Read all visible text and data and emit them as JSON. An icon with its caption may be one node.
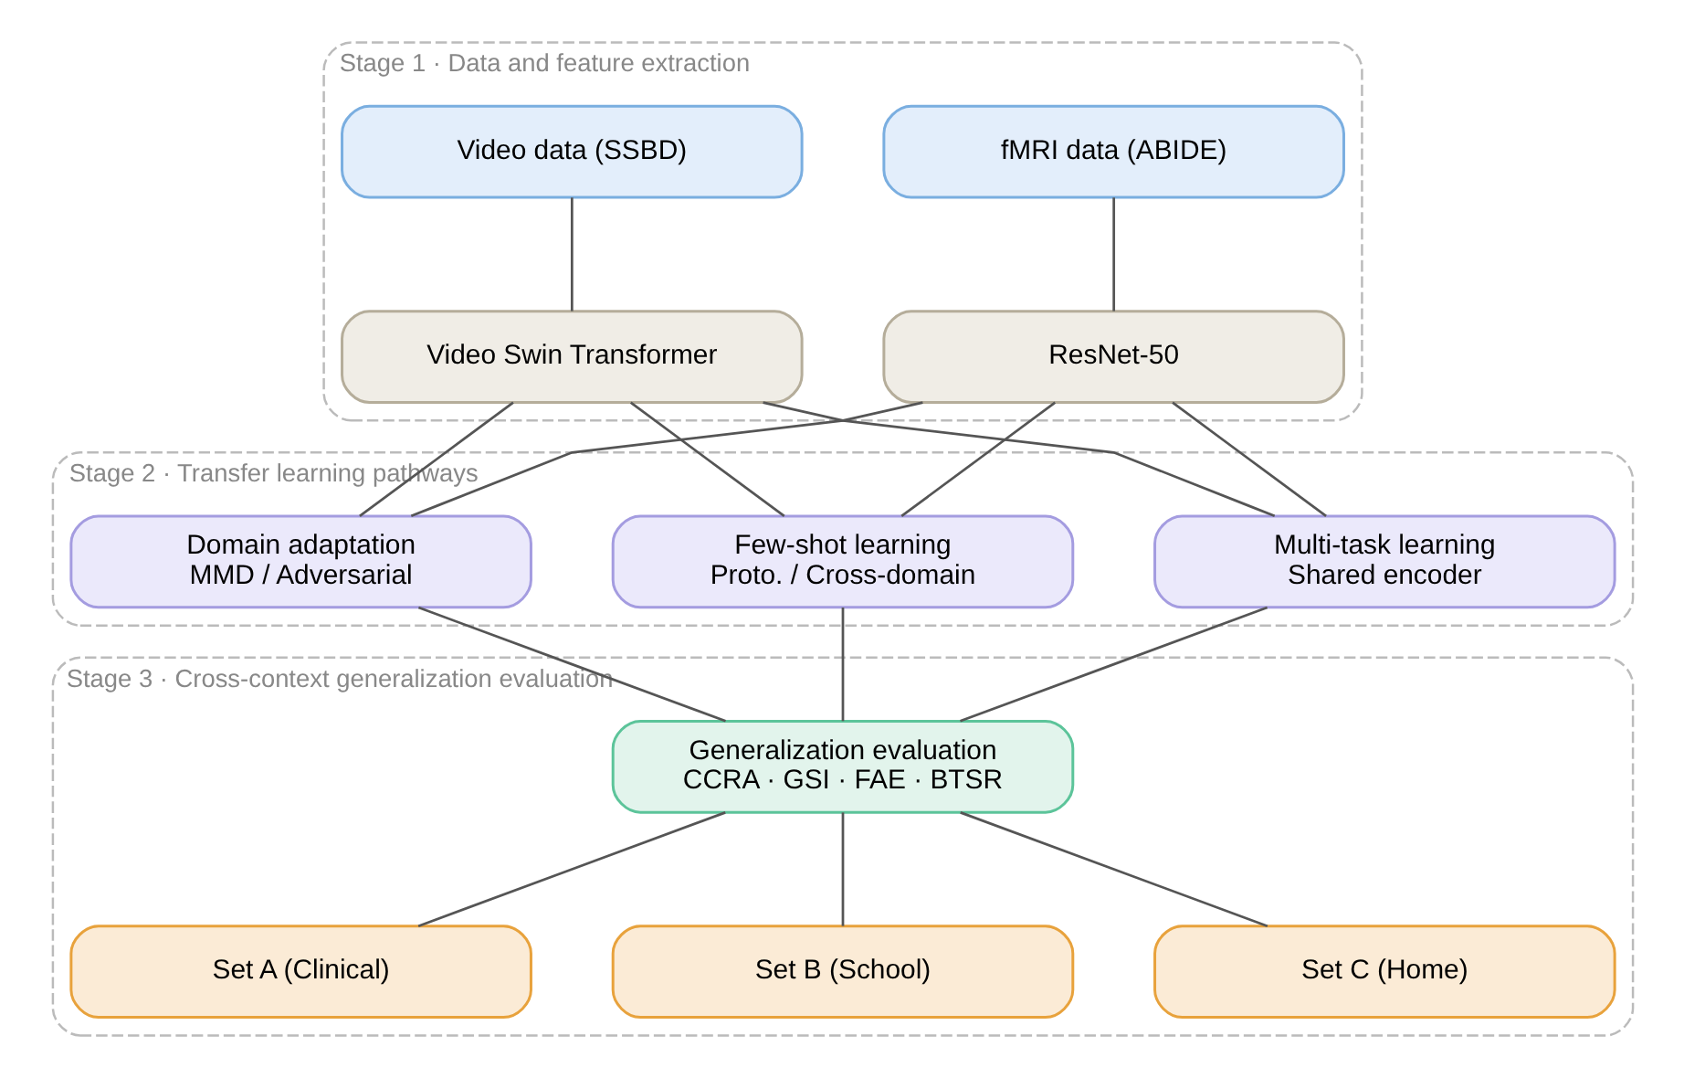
{
  "diagram": {
    "nodes": [
      {
        "text": [
          "Stage 1 · Data and feature extraction"
        ]
      },
      {
        "text": [
          "Video data (SSBD)"
        ],
        "in": 0
      },
      {
        "text": [
          "fMRI data (ABIDE)"
        ],
        "in": 0
      },
      {
        "text": [
          "Video Swin Transformer"
        ],
        "in": 0
      },
      {
        "text": [
          "ResNet-50"
        ],
        "in": 0
      },
      {
        "text": [
          "Stage 2 · Transfer learning pathways"
        ]
      },
      {
        "text": [
          "Domain adaptation",
          "MMD / Adversarial"
        ],
        "in": 5
      },
      {
        "text": [
          "Few-shot learning",
          "Proto. / Cross-domain"
        ],
        "in": 5
      },
      {
        "text": [
          "Multi-task learning",
          "Shared encoder"
        ],
        "in": 5
      },
      {
        "text": [
          "Stage 3 · Cross-context generalization evaluation"
        ]
      },
      {
        "text": [
          "Generalization evaluation",
          "CCRA · GSI · FAE · BTSR"
        ],
        "in": 9
      },
      {
        "text": [
          "Set A (Clinical)"
        ],
        "in": 9
      },
      {
        "text": [
          "Set B (School)"
        ],
        "in": 9
      },
      {
        "text": [
          "Set C (Home)"
        ],
        "in": 9
      }
    ],
    "edges": [
      {
        "from": 1,
        "to": 3,
        "arrow": "none"
      },
      {
        "from": 2,
        "to": 4,
        "arrow": "none"
      },
      {
        "from": 3,
        "to": 6,
        "arrow": "none"
      },
      {
        "from": 3,
        "to": 7,
        "arrow": "none"
      },
      {
        "from": 3,
        "to": 8,
        "arrow": "none"
      },
      {
        "from": 4,
        "to": 6,
        "arrow": "none"
      },
      {
        "from": 4,
        "to": 7,
        "arrow": "none"
      },
      {
        "from": 4,
        "to": 8,
        "arrow": "none"
      },
      {
        "from": 6,
        "to": 10,
        "arrow": "none"
      },
      {
        "from": 7,
        "to": 10,
        "arrow": "none"
      },
      {
        "from": 8,
        "to": 10,
        "arrow": "none"
      },
      {
        "from": 10,
        "to": 11,
        "arrow": "none"
      },
      {
        "from": 10,
        "to": 12,
        "arrow": "none"
      },
      {
        "from": 10,
        "to": 13,
        "arrow": "none"
      }
    ]
  }
}
